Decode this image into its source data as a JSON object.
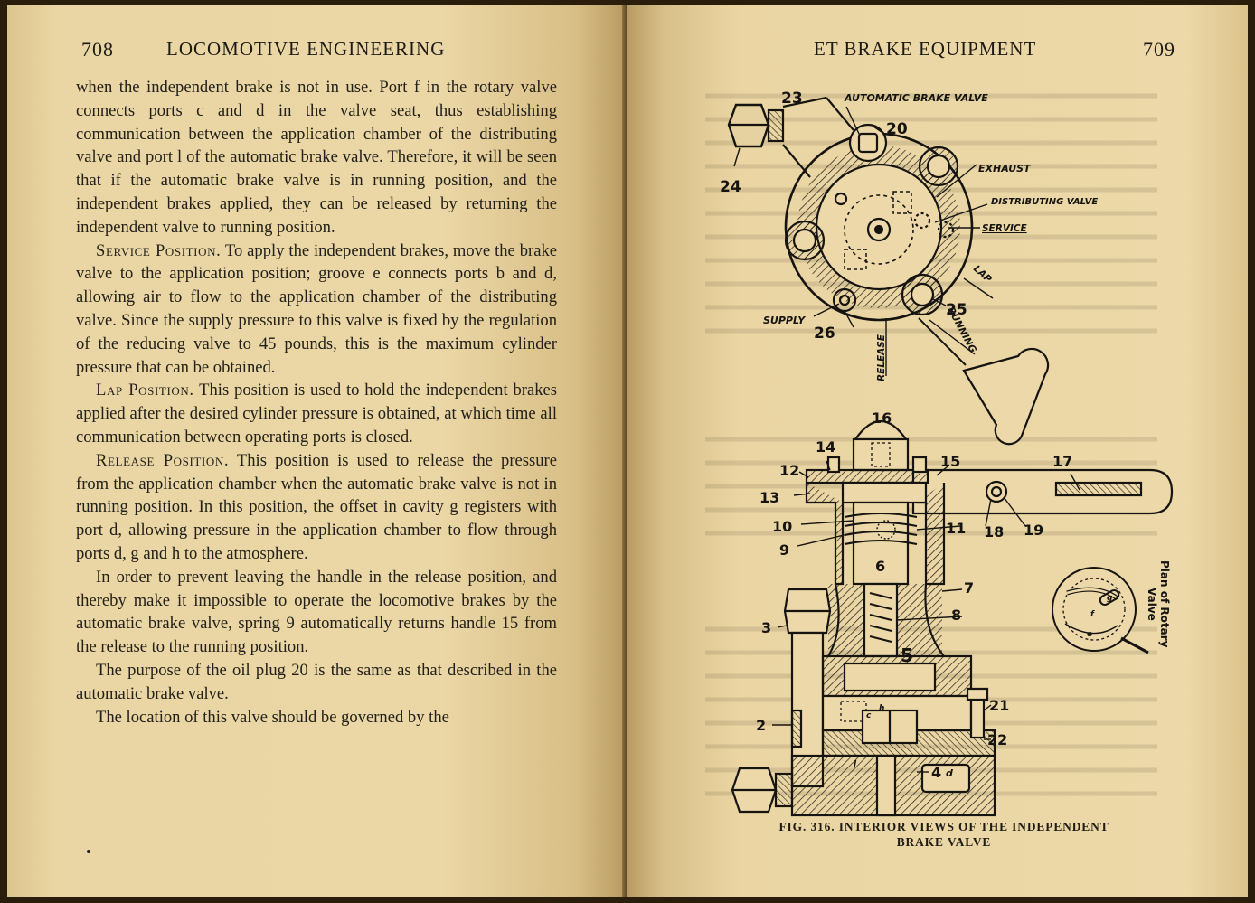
{
  "left_page": {
    "page_number": "708",
    "running_head": "LOCOMOTIVE ENGINEERING",
    "paragraphs": [
      "when the independent brake is not in use. Port f in the rotary valve connects ports c and d in the valve seat, thus establishing communication between the application chamber of the distributing valve and port l of the automatic brake valve. Therefore, it will be seen that if the automatic brake valve is in running position, and the independent brakes applied, they can be released by returning the independent valve to running position.",
      "To apply the independent brakes, move the brake valve to the application position; groove e connects ports b and d, allowing air to flow to the application chamber of the distributing valve. Since the supply pressure to this valve is fixed by the regulation of the reducing valve to 45 pounds, this is the maximum cylinder pressure that can be obtained.",
      "This position is used to hold the independent brakes applied after the desired cylinder pressure is obtained, at which time all communication between operating ports is closed.",
      "This position is used to release the pressure from the application chamber when the automatic brake valve is not in running position. In this position, the offset in cavity g registers with port d, allowing pressure in the application chamber to flow through ports d, g and h to the atmosphere.",
      "In order to prevent leaving the handle in the release position, and thereby make it impossible to operate the locomotive brakes by the automatic brake valve, spring 9 automatically returns handle 15 from the release to the running position.",
      "The purpose of the oil plug 20 is the same as that described in the automatic brake valve.",
      "The location of this valve should be governed by the"
    ],
    "headings": {
      "service": "Service Position.",
      "lap": "Lap Position.",
      "release": "Release Position."
    }
  },
  "right_page": {
    "page_number": "709",
    "running_head": "ET BRAKE EQUIPMENT",
    "figure": {
      "caption_line1": "FIG. 316. INTERIOR VIEWS OF THE INDEPENDENT",
      "caption_line2": "BRAKE VALVE",
      "top_view_labels": {
        "automatic_brake_valve": "AUTOMATIC BRAKE VALVE",
        "exhaust": "EXHAUST",
        "distributing_valve": "DISTRIBUTING VALVE",
        "service": "SERVICE",
        "lap": "LAP",
        "running": "RUNNING",
        "release": "RELEASE",
        "supply": "SUPPLY"
      },
      "top_view_numbers": [
        "23",
        "20",
        "24",
        "25",
        "26"
      ],
      "section_numbers": [
        "16",
        "14",
        "15",
        "17",
        "12",
        "13",
        "10",
        "11",
        "18",
        "19",
        "9",
        "6",
        "7",
        "8",
        "3",
        "5",
        "21",
        "2",
        "22",
        "4"
      ],
      "section_letters": {
        "d": "d",
        "h": "h",
        "c": "c",
        "l": "l"
      },
      "plan_label_line1": "Plan of Rotary",
      "plan_label_line2": "Valve",
      "plan_letters": {
        "f": "f",
        "g": "g",
        "e": "e"
      }
    }
  }
}
